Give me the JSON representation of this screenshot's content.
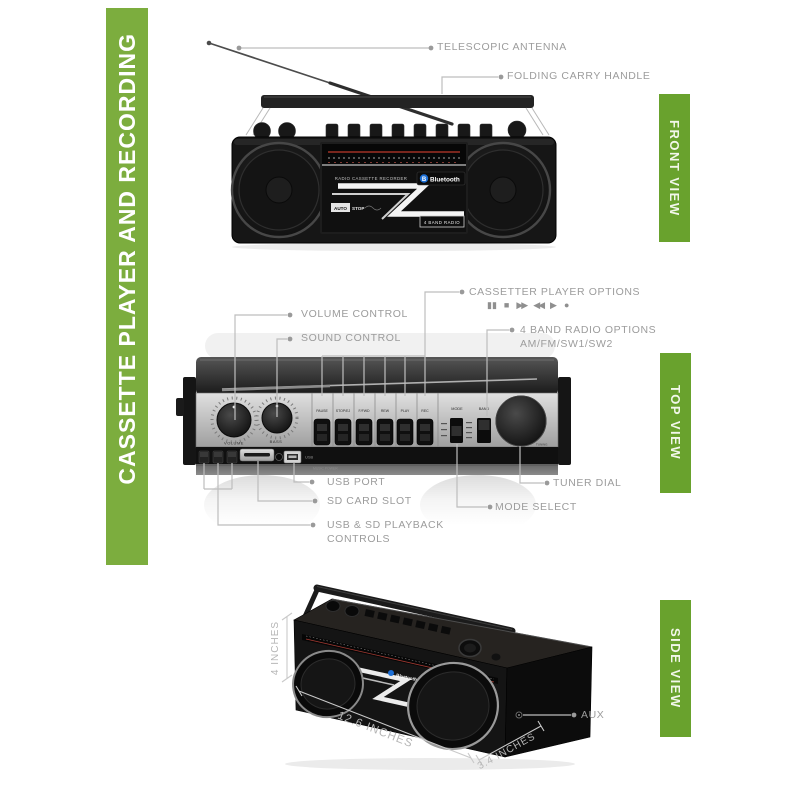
{
  "colors": {
    "sidebar_green": "#7cad3e",
    "tab_green": "#69a22d",
    "label_gray": "#9c9c9c",
    "dial_red": "#c0392b",
    "bluetooth_blue": "#1c6fd6"
  },
  "sidebar": {
    "title": "CASSETTE PLAYER AND RECORDING"
  },
  "view_tabs": [
    {
      "label": "FRONT VIEW"
    },
    {
      "label": "TOP VIEW"
    },
    {
      "label": "SIDE VIEW"
    }
  ],
  "front_view": {
    "callouts": {
      "antenna": "TELESCOPIC ANTENNA",
      "handle": "FOLDING CARRY HANDLE"
    },
    "device_text": {
      "recorder": "RADIO CASSETTE RECORDER",
      "bluetooth": "Bluetooth",
      "bluetooth_b": "B",
      "auto": "AUTO",
      "stop": "STOP",
      "band_radio": "4 BAND RADIO"
    }
  },
  "top_view": {
    "callouts": {
      "volume": "VOLUME CONTROL",
      "sound": "SOUND CONTROL",
      "cassette": "CASSETTER PLAYER OPTIONS",
      "band_line1": "4 BAND RADIO OPTIONS",
      "band_line2": "AM/FM/SW1/SW2",
      "usb": "USB PORT",
      "sd": "SD CARD SLOT",
      "playback_line1": "USB & SD PLAYBACK",
      "playback_line2": "CONTROLS",
      "tuner": "TUNER DIAL",
      "mode": "MODE SELECT"
    },
    "player_icons": [
      {
        "name": "pause-icon",
        "glyph": "▮▮"
      },
      {
        "name": "stop-icon",
        "glyph": "■"
      },
      {
        "name": "fast-forward-icon",
        "glyph": "▶▶"
      },
      {
        "name": "rewind-icon",
        "glyph": "◀◀"
      },
      {
        "name": "play-icon",
        "glyph": "▶"
      },
      {
        "name": "record-icon",
        "glyph": "●"
      }
    ],
    "device_text": {
      "volume": "VOLUME",
      "bass": "BASS",
      "buttons": [
        "PAUSE",
        "STOP/EJ",
        "F/FWD",
        "REW",
        "PLAY",
        "REC"
      ],
      "mode": "MODE",
      "band": "BAND",
      "usb": "USB",
      "music_power": "MUSIC POWER",
      "tuning": "TUNING"
    }
  },
  "side_view": {
    "callouts": {
      "aux": "AUX"
    },
    "dimensions": {
      "height": "4 INCHES",
      "width": "12.6 INCHES",
      "depth": "3.4 INCHES"
    },
    "device_text": {
      "bluetooth": "Bluetooth"
    }
  }
}
